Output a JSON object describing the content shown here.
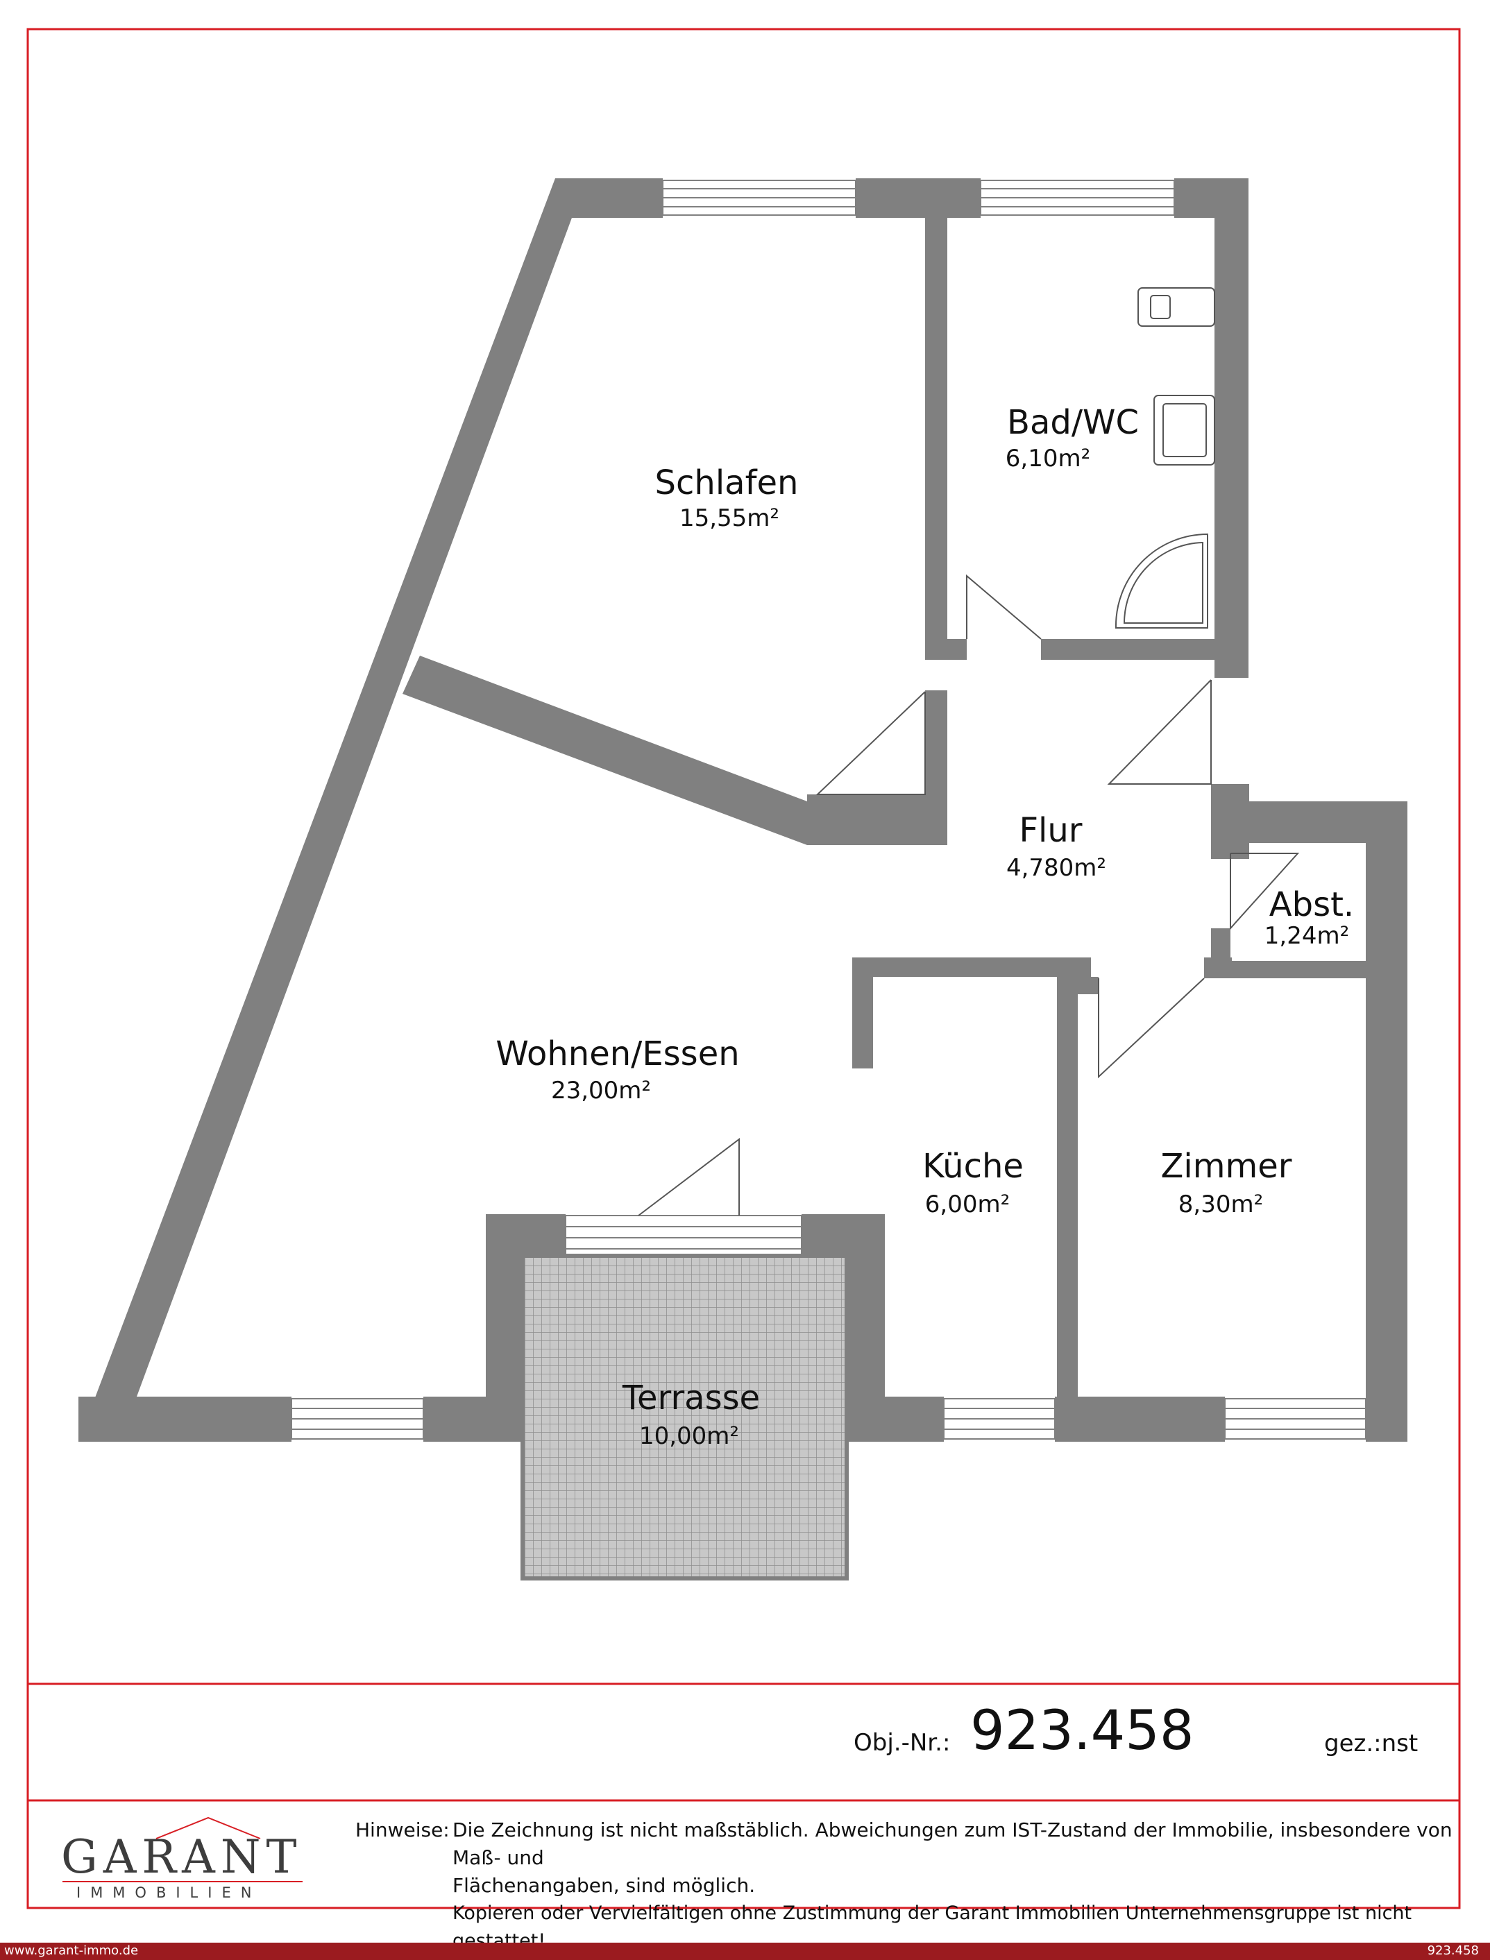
{
  "colors": {
    "wall": "#808080",
    "frame": "#d81e24",
    "footer_bar": "#9b1b1f",
    "terrace_fill": "#bdbdbd"
  },
  "rooms": [
    {
      "id": "schlafen",
      "name": "Schlafen",
      "area": "15,55m²"
    },
    {
      "id": "bad",
      "name": "Bad/WC",
      "area": "6,10m²"
    },
    {
      "id": "flur",
      "name": "Flur",
      "area": "4,780m²"
    },
    {
      "id": "abst",
      "name": "Abst.",
      "area": "1,24m²"
    },
    {
      "id": "wohnen",
      "name": "Wohnen/Essen",
      "area": "23,00m²"
    },
    {
      "id": "kueche",
      "name": "Küche",
      "area": "6,00m²"
    },
    {
      "id": "zimmer",
      "name": "Zimmer",
      "area": "8,30m²"
    },
    {
      "id": "terrasse",
      "name": "Terrasse",
      "area": "10,00m²"
    }
  ],
  "object": {
    "label": "Obj.-Nr.:",
    "number": "923.458",
    "drawn_by": "gez.:nst"
  },
  "logo": {
    "main": "GARANT",
    "sub": "IMMOBILIEN"
  },
  "notes": {
    "prefix": "Hinweise:",
    "line1": "Die Zeichnung ist nicht maßstäblich. Abweichungen zum IST-Zustand der Immobilie, insbesondere von Maß- und",
    "line2": "Flächenangaben, sind möglich.",
    "line3": "Kopieren oder Vervielfältigen ohne Zustimmung der Garant Immobilien Unternehmensgruppe ist nicht gestattet!"
  },
  "footer": {
    "website": "www.garant-immo.de",
    "object_number": "923.458"
  }
}
